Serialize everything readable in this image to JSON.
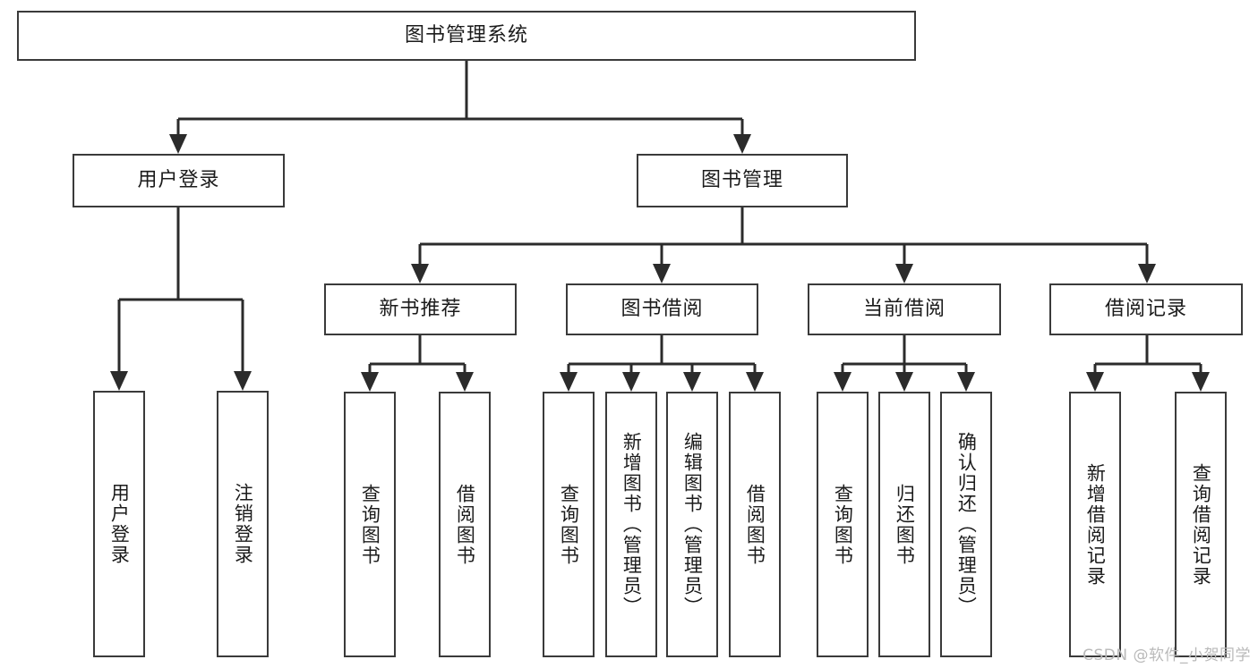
{
  "diagram": {
    "title": "图书管理系统",
    "type": "hierarchy-tree",
    "watermark": "CSDN @软件_小贺同学",
    "colors": {
      "box_border": "#3a3a3a",
      "box_fill": "#ffffff",
      "edge": "#2b2b2b",
      "text": "#1b1b1b",
      "watermark": "#b9b9b9",
      "background": "#ffffff"
    },
    "root": {
      "label": "图书管理系统"
    },
    "level2": [
      {
        "label": "用户登录"
      },
      {
        "label": "图书管理"
      }
    ],
    "level3": [
      {
        "label": "新书推荐"
      },
      {
        "label": "图书借阅"
      },
      {
        "label": "当前借阅"
      },
      {
        "label": "借阅记录"
      }
    ],
    "leaves": {
      "user_login": [
        {
          "label": "用户登录"
        },
        {
          "label": "注销登录"
        }
      ],
      "new_book_recommend": [
        {
          "label": "查询图书"
        },
        {
          "label": "借阅图书"
        }
      ],
      "book_borrow": [
        {
          "label": "查询图书"
        },
        {
          "label": "新增图书（管理员）"
        },
        {
          "label": "编辑图书（管理员）"
        },
        {
          "label": "借阅图书"
        }
      ],
      "current_borrow": [
        {
          "label": "查询图书"
        },
        {
          "label": "归还图书"
        },
        {
          "label": "确认归还（管理员）"
        }
      ],
      "borrow_record": [
        {
          "label": "新增借阅记录"
        },
        {
          "label": "查询借阅记录"
        }
      ]
    }
  }
}
